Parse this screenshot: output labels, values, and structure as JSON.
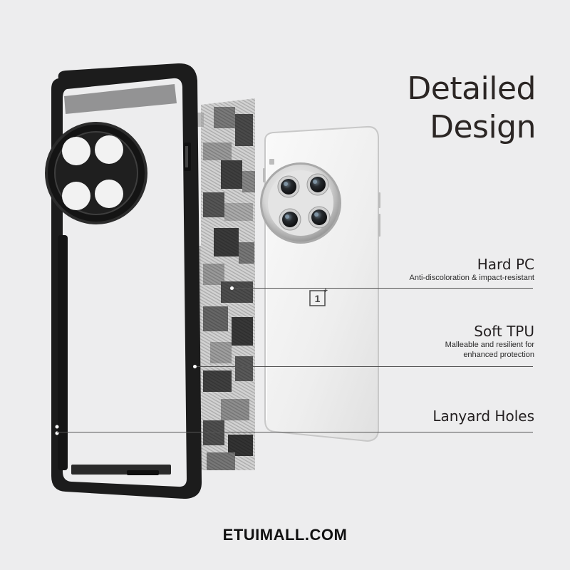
{
  "title": {
    "line1": "Detailed",
    "line2": "Design"
  },
  "features": [
    {
      "name": "Hard PC",
      "desc_line1": "Anti-discoloration & impact-resistant",
      "desc_line2": ""
    },
    {
      "name": "Soft TPU",
      "desc_line1": "Malleable and resilient for",
      "desc_line2": "enhanced protection"
    },
    {
      "name": "Lanyard Holes",
      "desc_line1": "",
      "desc_line2": ""
    }
  ],
  "footer": {
    "watermark": "ETUIMALL.COM"
  },
  "logo": {
    "text": "1+"
  },
  "colors": {
    "background": "#ededee",
    "frame": "#1c1c1c",
    "phone_body": "#f1f1f1",
    "camo_light": "#cfcfcf",
    "camo_dark": "#505050"
  }
}
